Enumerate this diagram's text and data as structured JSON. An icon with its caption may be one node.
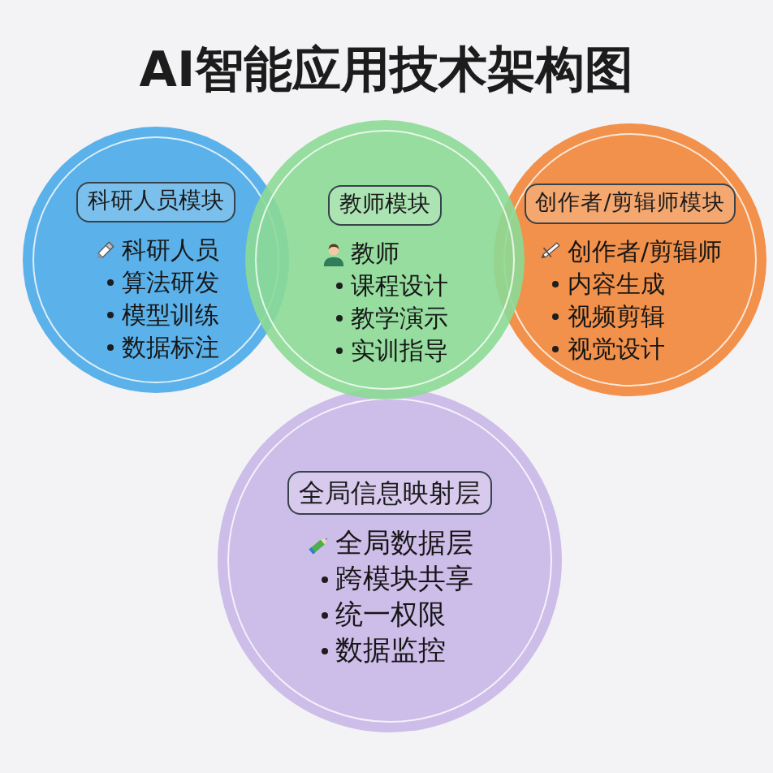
{
  "diagram": {
    "title": "AI智能应用技术架构图",
    "nodes": [
      {
        "text": [
          "科研人员",
          "算法研发",
          "模型训练",
          "数据标注"
        ]
      },
      {
        "text": [
          "科研人员模块"
        ],
        "in": 0
      },
      {
        "text": [
          "教师",
          "课程设计",
          "教学演示",
          "实训指导"
        ]
      },
      {
        "text": [
          "教师模块"
        ],
        "in": 2
      },
      {
        "text": [
          "创作者/剪辑师",
          "内容生成",
          "视频剪辑",
          "视觉设计"
        ]
      },
      {
        "text": [
          "创作者/剪辑师模块"
        ],
        "in": 4
      },
      {
        "text": [
          "全局数据层",
          "跨模块共享",
          "统一权限",
          "数据监控"
        ]
      },
      {
        "text": [
          "全局信息映射层"
        ],
        "in": 6
      }
    ]
  }
}
